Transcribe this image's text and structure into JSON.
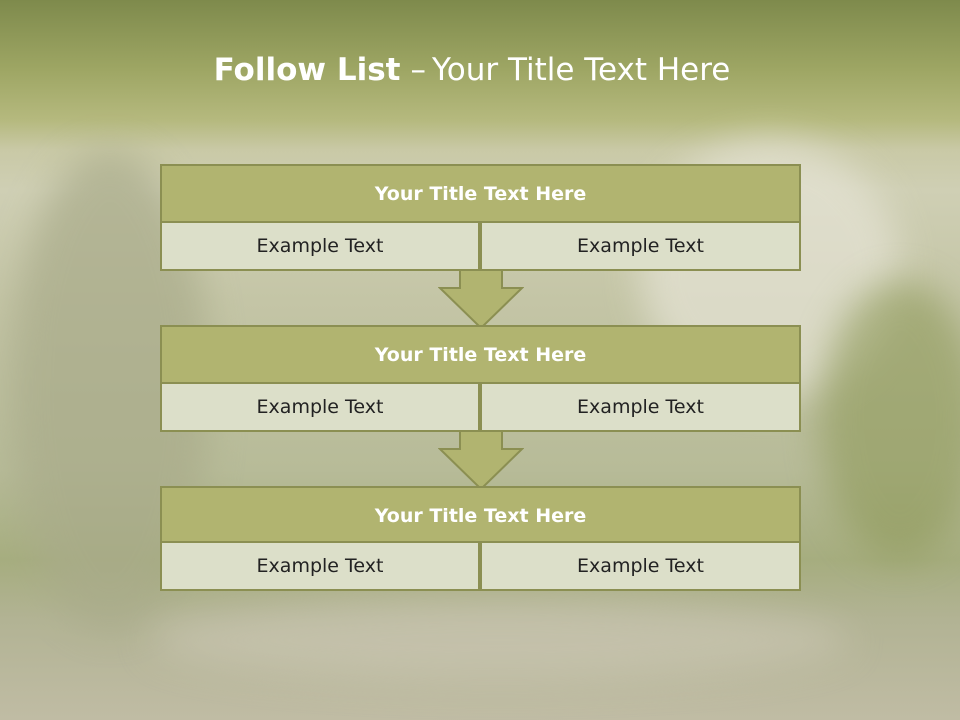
{
  "title": {
    "bold": "Follow List",
    "dash": "–",
    "rest": "Your Title Text Here"
  },
  "colors": {
    "header_fill": "#b1b470",
    "header_border": "#8b8f52",
    "cell_fill": "#dcdfc9",
    "arrow_fill": "#b1b470"
  },
  "steps": [
    {
      "title": "Your Title Text Here",
      "left": "Example Text",
      "right": "Example Text"
    },
    {
      "title": "Your Title Text Here",
      "left": "Example Text",
      "right": "Example Text"
    },
    {
      "title": "Your Title Text Here",
      "left": "Example Text",
      "right": "Example Text"
    }
  ]
}
